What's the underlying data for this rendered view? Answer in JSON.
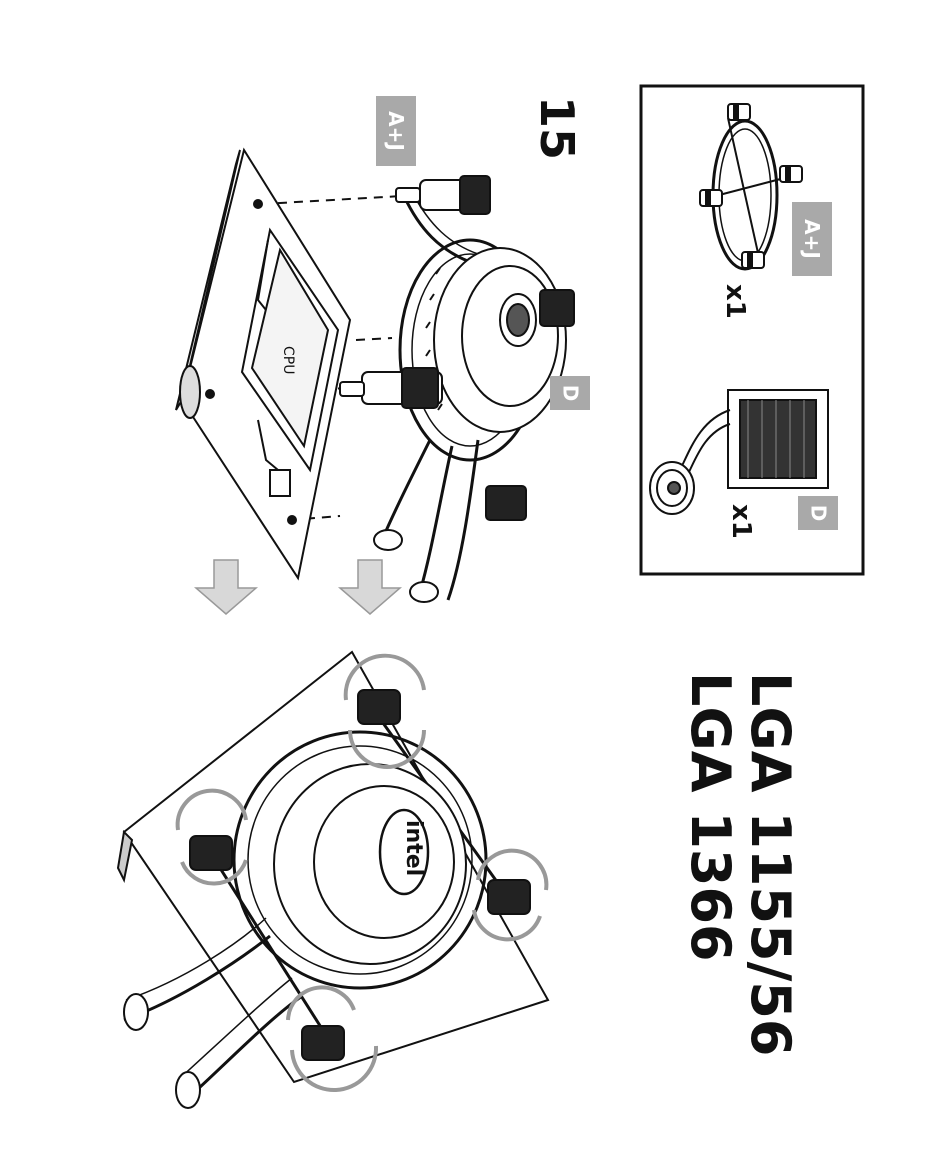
{
  "page": {
    "step_number": "15",
    "socket_line1": "LGA 1155/56",
    "socket_line2": "LGA 1366"
  },
  "parts_box": {
    "items": [
      {
        "tag": "A+J",
        "quantity": "x1",
        "icon": "mounting-bracket-icon"
      },
      {
        "tag": "D",
        "quantity": "x1",
        "icon": "pump-radiator-icon"
      }
    ]
  },
  "diagram": {
    "tags": {
      "bracket": "A+J",
      "pump": "D"
    },
    "cpu_label": "CPU",
    "logo_text": "intel",
    "arrow_icon": "down-arrow-icon",
    "tag_color": "#a9a9a9",
    "arrow_color": "#d8d8d8"
  }
}
